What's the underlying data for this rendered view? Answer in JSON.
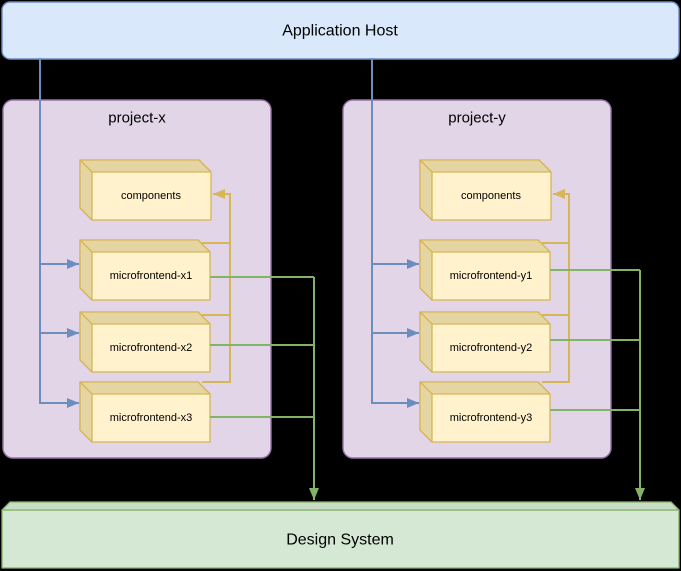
{
  "app_host": {
    "label": "Application Host"
  },
  "projects": [
    {
      "title": "project-x",
      "components_label": "components",
      "microfrontends": [
        "microfrontend-x1",
        "microfrontend-x2",
        "microfrontend-x3"
      ]
    },
    {
      "title": "project-y",
      "components_label": "components",
      "microfrontends": [
        "microfrontend-y1",
        "microfrontend-y2",
        "microfrontend-y3"
      ]
    }
  ],
  "design_system": {
    "label": "Design System"
  },
  "colors": {
    "background": "#000000",
    "app_host_fill": "#dae8fc",
    "app_host_stroke": "#6c8ebf",
    "project_fill": "#e1d5e7",
    "project_stroke": "#9673a6",
    "cube_fill": "#fff2cc",
    "cube_shade_fill": "#e5d5a3",
    "cube_stroke": "#d6b656",
    "design_fill": "#d5e8d4",
    "design_shade_fill": "#c9dcc8",
    "design_stroke": "#82b366",
    "edge_blue": "#6c8ebf",
    "edge_yellow": "#d6b656",
    "edge_green": "#82b366",
    "text": "#000000"
  }
}
